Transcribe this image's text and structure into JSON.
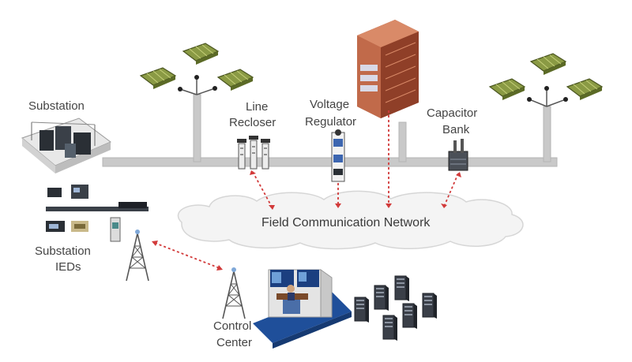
{
  "labels": {
    "substation": "Substation",
    "line_recloser_1": "Line",
    "line_recloser_2": "Recloser",
    "voltage_regulator_1": "Voltage",
    "voltage_regulator_2": "Regulator",
    "capacitor_bank_1": "Capacitor",
    "capacitor_bank_2": "Bank",
    "field_network": "Field Communication Network",
    "substation_ieds_1": "Substation",
    "substation_ieds_2": "IEDs",
    "control_center_1": "Control",
    "control_center_2": "Center"
  },
  "colors": {
    "power_line": "#c9c9c9",
    "link_dashes": "#d23a3a",
    "cloud_fill": "#f4f4f4",
    "building": "#b5573a",
    "panel": "#7c8a3a",
    "text": "#444444"
  },
  "icons": [
    "substation-icon",
    "solar-panel-icon",
    "recloser-icon",
    "voltage-regulator-icon",
    "office-building-icon",
    "capacitor-bank-icon",
    "ied-devices-icon",
    "radio-tower-icon",
    "control-room-icon",
    "server-rack-icon"
  ]
}
